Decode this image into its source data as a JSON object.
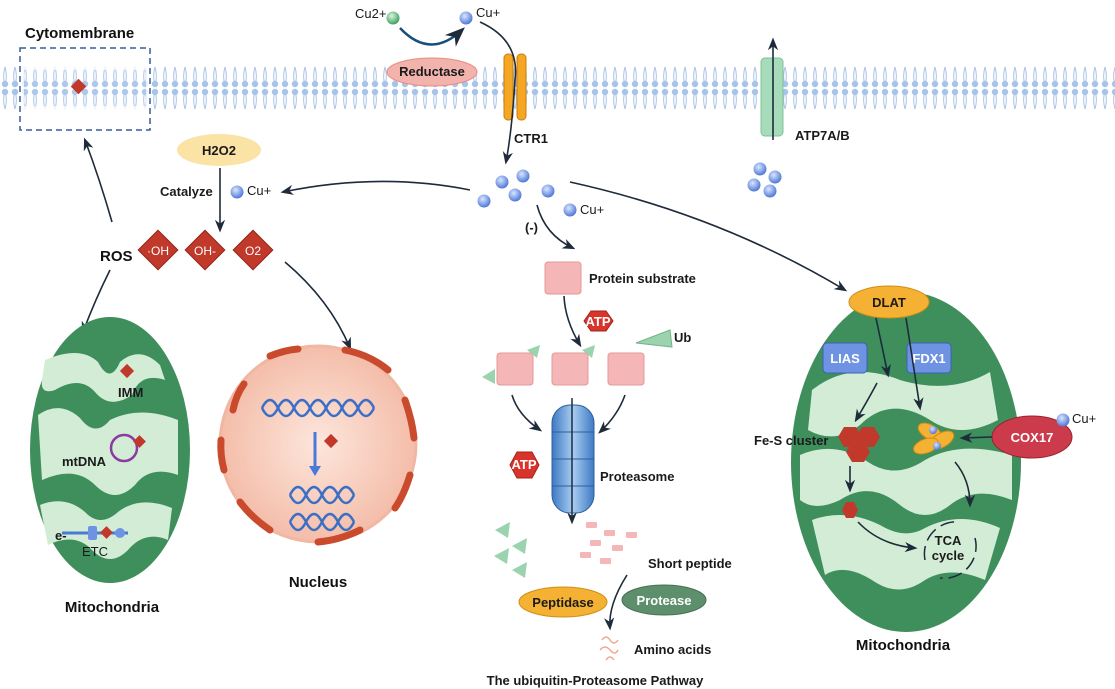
{
  "membrane": {
    "cytomembrane_label": "Cytomembrane",
    "cu2_label": "Cu2+",
    "cu1_label": "Cu+",
    "reductase_label": "Reductase",
    "ctr1_label": "CTR1",
    "atp7_label": "ATP7A/B"
  },
  "ros": {
    "h2o2_label": "H2O2",
    "catalyze_label": "Catalyze",
    "cu_label": "Cu+",
    "ros_label": "ROS",
    "species": [
      "·OH",
      "OH-",
      "O2"
    ]
  },
  "left_mito": {
    "imm_label": "IMM",
    "mtdna_label": "mtDNA",
    "e_label": "e-",
    "etc_label": "ETC",
    "title": "Mitochondria"
  },
  "nucleus": {
    "title": "Nucleus"
  },
  "ups": {
    "inhibit_label": "(-)",
    "cu_label": "Cu+",
    "substrate_label": "Protein substrate",
    "atp_label": "ATP",
    "ub_label": "Ub",
    "atp2_label": "ATP",
    "proteasome_label": "Proteasome",
    "short_peptide_label": "Short peptide",
    "peptidase_label": "Peptidase",
    "protease_label": "Protease",
    "amino_acids_label": "Amino acids",
    "title": "The ubiquitin-Proteasome  Pathway"
  },
  "right_mito": {
    "dlat_label": "DLAT",
    "lias_label": "LIAS",
    "fdx1_label": "FDX1",
    "fes_label": "Fe-S cluster",
    "cox17_label": "COX17",
    "cu_label": "Cu+",
    "tca_line1": "TCA",
    "tca_line2": "cycle",
    "title": "Mitochondria"
  },
  "colors": {
    "membrane": "#b9d2ee",
    "mito_outer": "#3e8f5c",
    "mito_inner": "#d2ecd6",
    "ros_diamond": "#c0392b",
    "proteasome": "#5b9bd5",
    "copper": "#6f93e3"
  }
}
